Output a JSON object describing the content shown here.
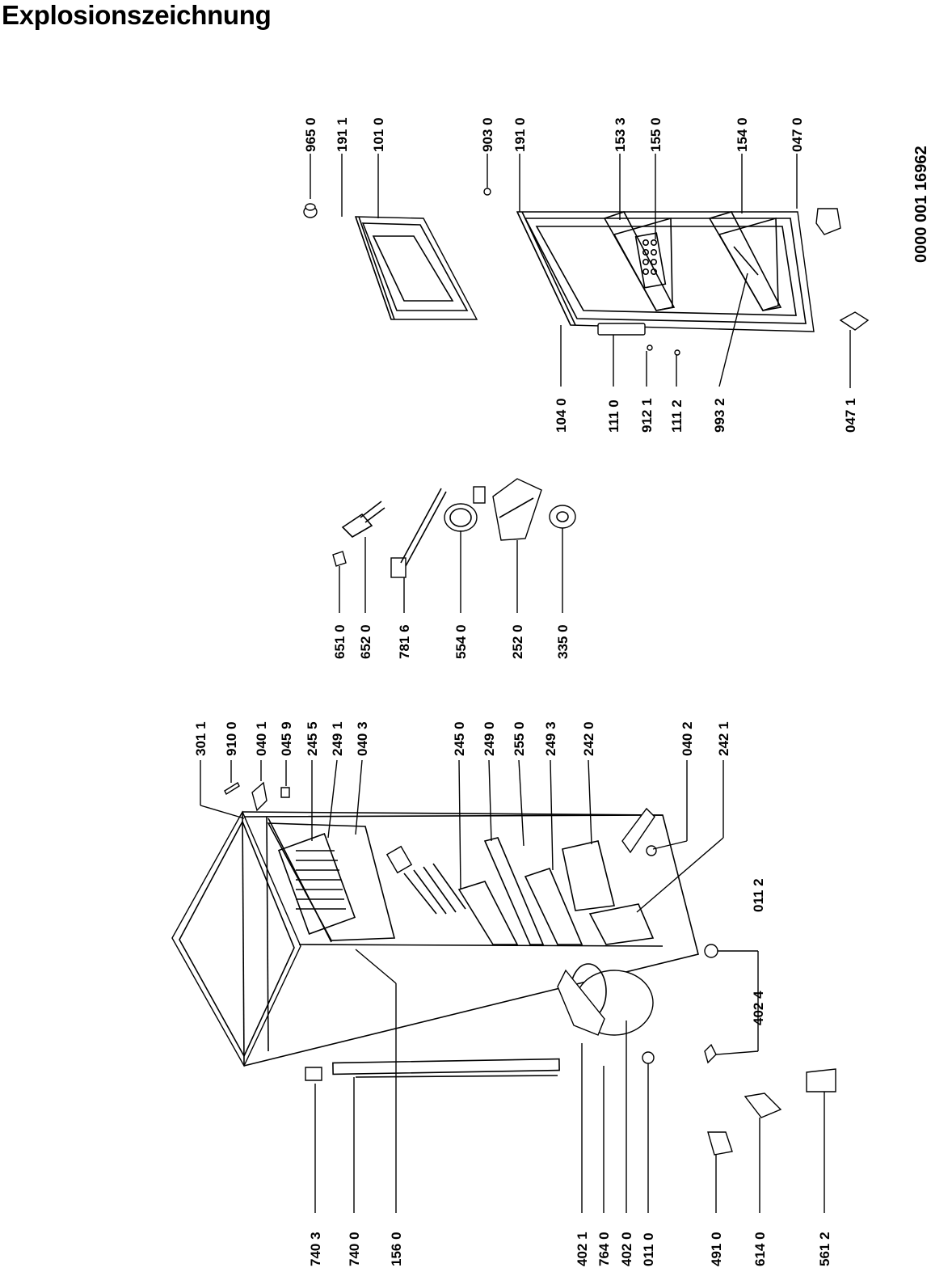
{
  "title": "Explosionszeichnung",
  "document_number": "0000 001 16962",
  "part_labels": {
    "p7403": "740 3",
    "p7400": "740 0",
    "p1560": "156 0",
    "p4021": "402 1",
    "p7640": "764 0",
    "p4020": "402 0",
    "p0110": "011 0",
    "p4910": "491 0",
    "p6140": "614 0",
    "p5612": "561 2",
    "p4024": "402 4",
    "p0112": "011 2",
    "p3011": "301 1",
    "p9100": "910 0",
    "p0401": "040 1",
    "p0459": "045 9",
    "p2455": "245 5",
    "p2491": "249 1",
    "p0403": "040 3",
    "p2450": "245 0",
    "p2490": "249 0",
    "p2550": "255 0",
    "p2493": "249 3",
    "p2420": "242 0",
    "p0402": "040 2",
    "p2421": "242 1",
    "p6510": "651 0",
    "p6520": "652 0",
    "p7816": "781 6",
    "p5540": "554 0",
    "p2520": "252 0",
    "p3350": "335 0",
    "p9650": "965 0",
    "p1911": "191 1",
    "p1010": "101 0",
    "p9030": "903 0",
    "p1910": "191 0",
    "p1533": "153 3",
    "p1550": "155 0",
    "p1540": "154 0",
    "p0470": "047 0",
    "p1040": "104 0",
    "p1110": "111 0",
    "p9121": "912 1",
    "p1112": "111 2",
    "p9932": "993 2",
    "p0471": "047 1"
  }
}
